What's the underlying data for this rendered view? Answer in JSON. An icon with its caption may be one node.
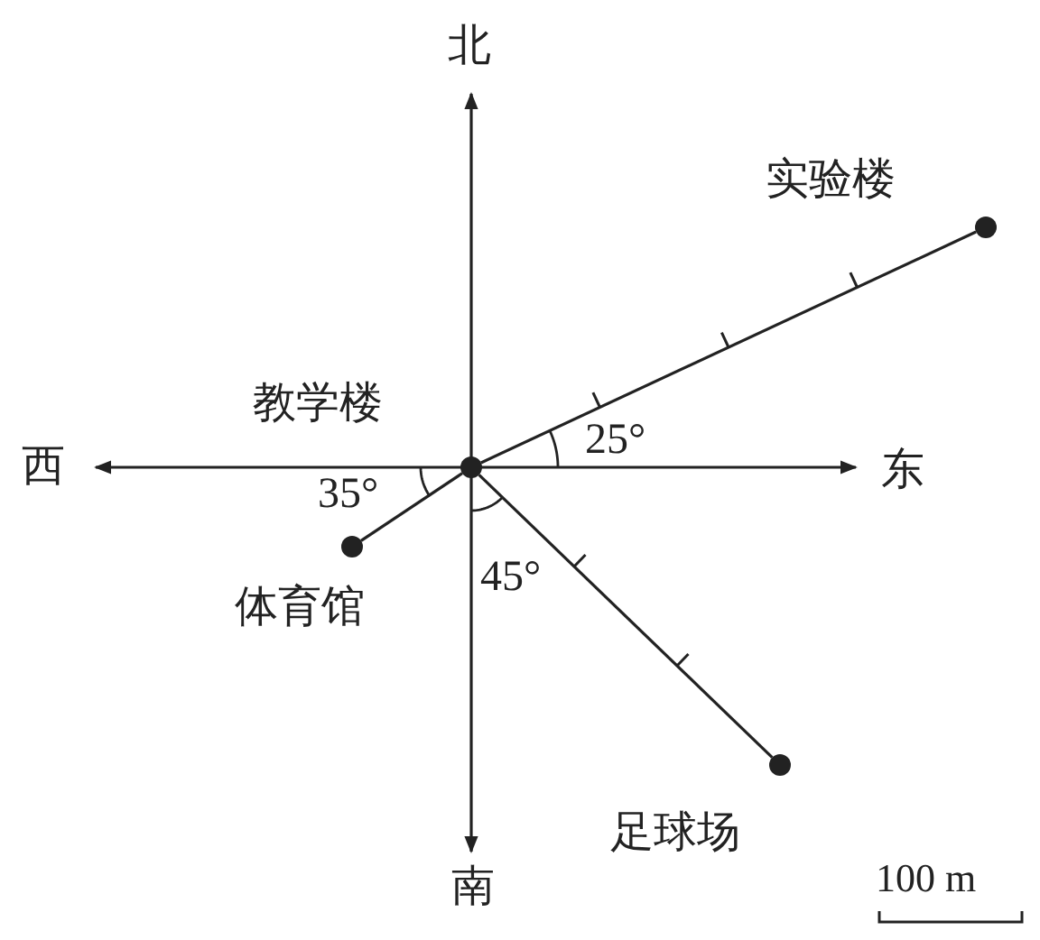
{
  "diagram": {
    "nodes": [
      {
        "text": [],
        "shape": "circle",
        "beside": [
          "教学楼"
        ]
      },
      {
        "text": [],
        "shape": "circle",
        "beside": [
          "实验楼"
        ]
      },
      {
        "text": [],
        "shape": "circle",
        "beside": [
          "体育馆"
        ]
      },
      {
        "text": [],
        "shape": "circle",
        "beside": [
          "足球场"
        ]
      }
    ],
    "edges": [
      {
        "from": 0,
        "to": 1,
        "arrow": "none"
      },
      {
        "from": 0,
        "to": 2,
        "arrow": "none"
      },
      {
        "from": 0,
        "to": 3,
        "arrow": "none"
      }
    ],
    "labels": [
      "北",
      "西",
      "东",
      "25°",
      "35°",
      "45°",
      "南",
      "100 m"
    ]
  }
}
